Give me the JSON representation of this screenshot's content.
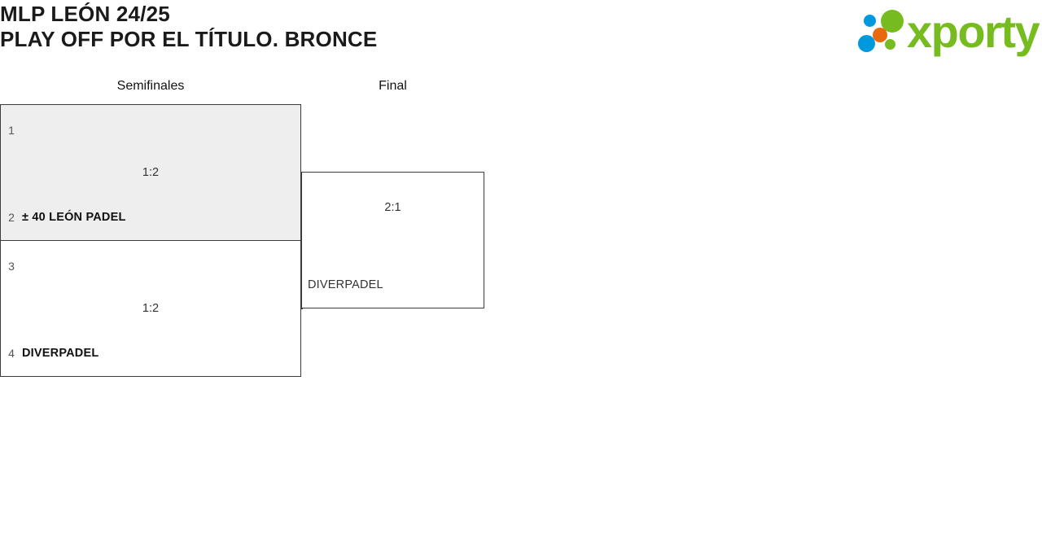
{
  "header": {
    "title_line1": "MLP LEÓN 24/25",
    "title_line2": "PLAY OFF POR EL TÍTULO. BRONCE",
    "logo_word": "xporty"
  },
  "bracket": {
    "rounds": [
      {
        "label": "Semifinales"
      },
      {
        "label": "Final"
      }
    ],
    "matches": [
      {
        "round": "Semifinales",
        "score": "1:2",
        "highlighted": true,
        "top": {
          "seed": "1",
          "name": ""
        },
        "bottom": {
          "seed": "2",
          "name": "± 40 LEÓN PADEL"
        }
      },
      {
        "round": "Semifinales",
        "score": "1:2",
        "highlighted": false,
        "top": {
          "seed": "3",
          "name": ""
        },
        "bottom": {
          "seed": "4",
          "name": "DIVERPADEL"
        }
      },
      {
        "round": "Final",
        "score": "2:1",
        "highlighted": false,
        "top": {
          "seed": "",
          "name": ""
        },
        "bottom": {
          "seed": "",
          "name": "DIVERPADEL"
        }
      }
    ]
  },
  "colors": {
    "logo_green": "#76bc21",
    "logo_blue": "#0099dd",
    "logo_orange": "#e96a0d",
    "box_border": "#3b3b3b",
    "highlight_bg": "#eeeeee"
  }
}
